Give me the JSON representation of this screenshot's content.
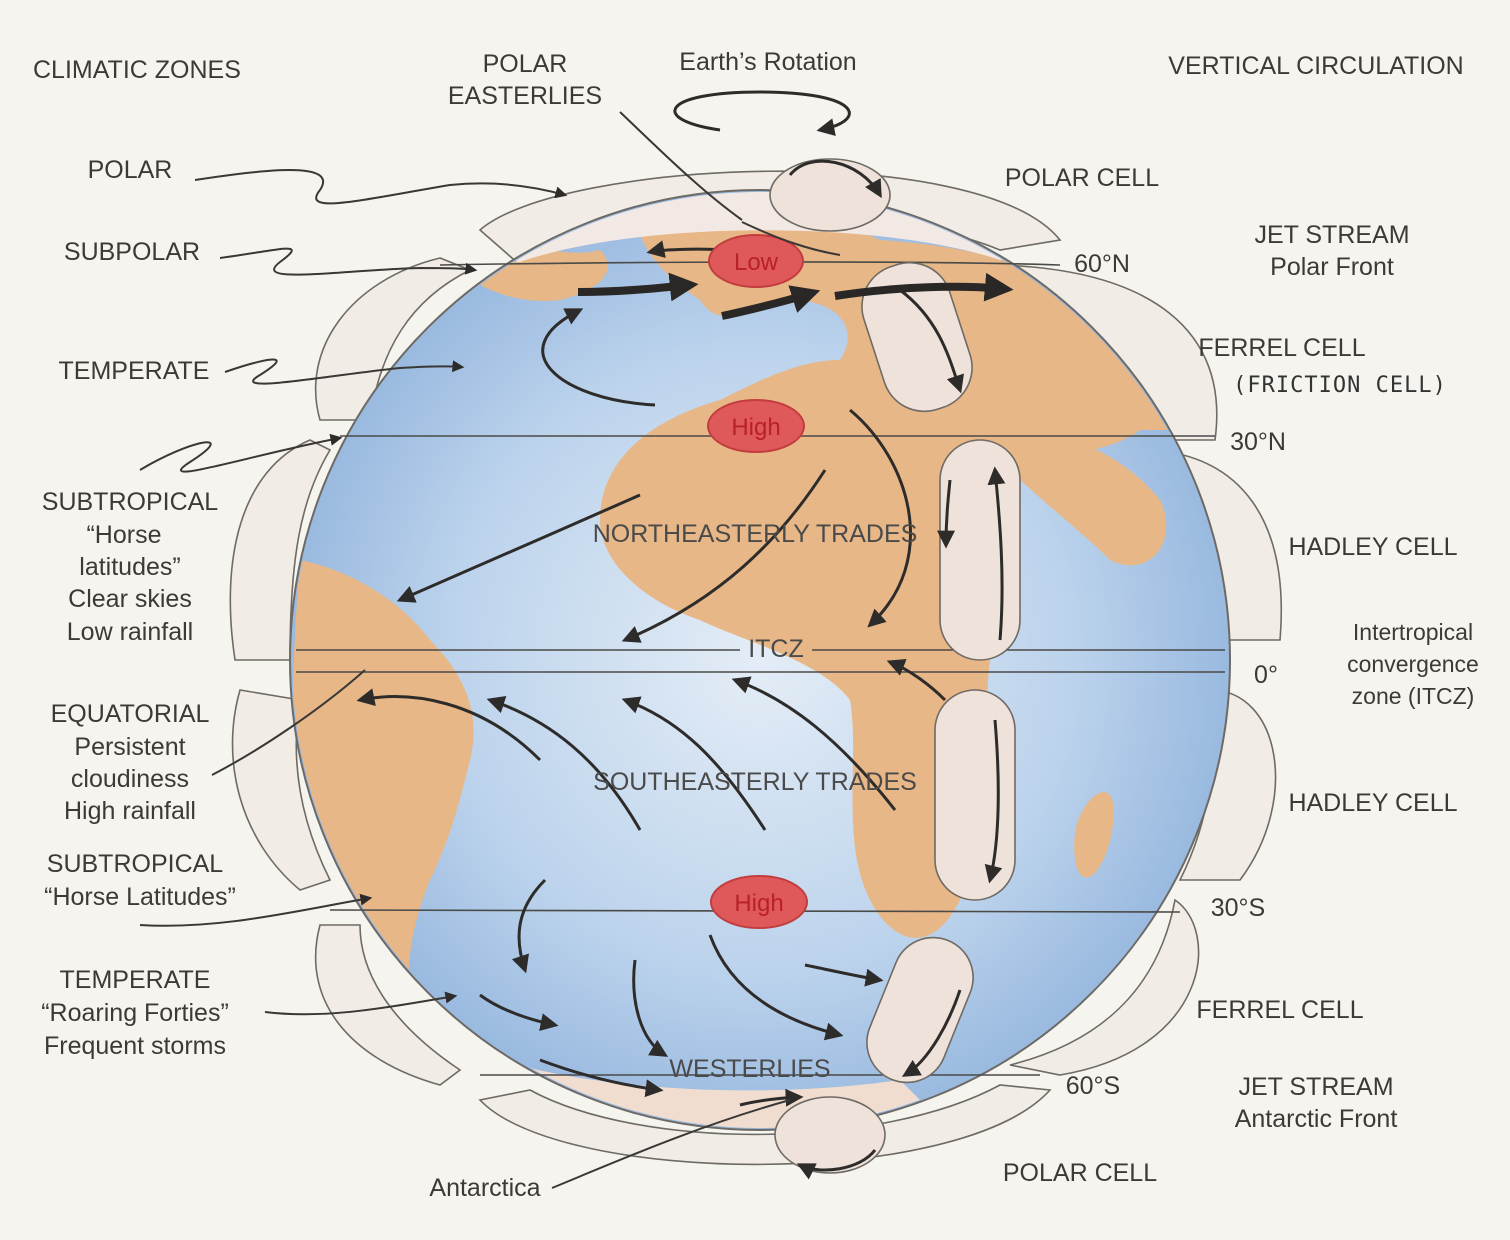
{
  "headers": {
    "climatic_zones": "CLIMATIC ZONES",
    "polar_easterlies_line1": "POLAR",
    "polar_easterlies_line2": "EASTERLIES",
    "earths_rotation": "Earth’s Rotation",
    "vertical_circulation": "VERTICAL CIRCULATION"
  },
  "climatic_zones": {
    "polar": "POLAR",
    "subpolar": "SUBPOLAR",
    "temperate_north": "TEMPERATE",
    "subtropical_north": {
      "title": "SUBTROPICAL",
      "line1": "“Horse",
      "line2": "latitudes”",
      "line3": "Clear skies",
      "line4": "Low rainfall"
    },
    "equatorial": {
      "title": "EQUATORIAL",
      "line1": "Persistent",
      "line2": "cloudiness",
      "line3": "High rainfall"
    },
    "subtropical_south": {
      "title": "SUBTROPICAL",
      "line1": "“Horse Latitudes”"
    },
    "temperate_south": {
      "title": "TEMPERATE",
      "line1": "“Roaring Forties”",
      "line2": "Frequent storms"
    },
    "antarctica": "Antarctica"
  },
  "vertical_circulation": {
    "polar_cell_north": "POLAR CELL",
    "jet_stream_north_line1": "JET STREAM",
    "jet_stream_north_line2": "Polar Front",
    "ferrel_cell_north": "FERREL CELL",
    "friction_cell_note": "(FRICTION CELL)",
    "hadley_cell_north": "HADLEY CELL",
    "itcz_line1": "Intertropical",
    "itcz_line2": "convergence",
    "itcz_line3": "zone (ITCZ)",
    "hadley_cell_south": "HADLEY CELL",
    "ferrel_cell_south": "FERREL CELL",
    "jet_stream_south_line1": "JET STREAM",
    "jet_stream_south_line2": "Antarctic Front",
    "polar_cell_south": "POLAR CELL"
  },
  "latitudes": {
    "lat_60n": "60°N",
    "lat_30n": "30°N",
    "lat_0": "0°",
    "lat_30s": "30°S",
    "lat_60s": "60°S"
  },
  "winds": {
    "northeasterly_trades": "NORTHEASTERLY TRADES",
    "itcz": "ITCZ",
    "southeasterly_trades": "SOUTHEASTERLY TRADES",
    "westerlies": "WESTERLIES"
  },
  "pressure_systems": {
    "low_north": "Low",
    "high_north": "High",
    "high_south": "High"
  },
  "colors": {
    "ocean": "#a9c6e6",
    "land": "#e8b787",
    "pressure_fill": "#e0595a",
    "pressure_text": "#b8202a",
    "cell_fill": "#f1ede6",
    "background": "#f5f4ee"
  }
}
